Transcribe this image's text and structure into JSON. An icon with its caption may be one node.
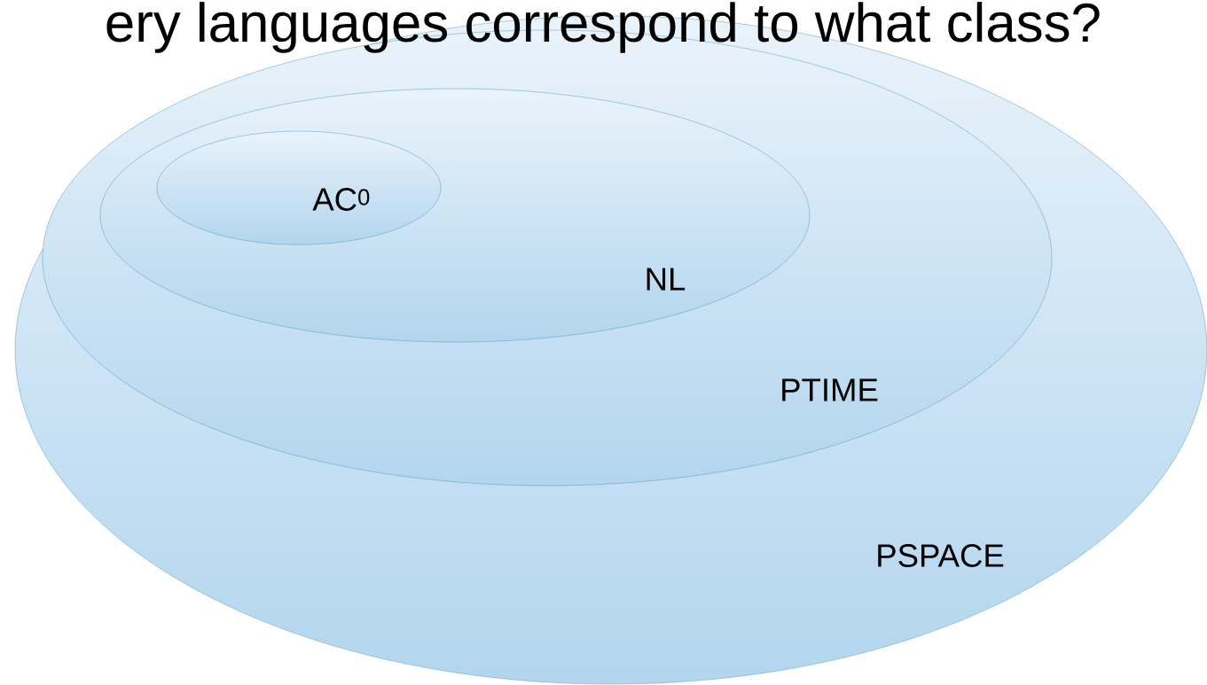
{
  "diagram": {
    "title": "ery languages correspond to what class?",
    "nodes": [
      {
        "text": [
          "PSPACE"
        ]
      },
      {
        "text": [
          "PTIME"
        ],
        "in": 0
      },
      {
        "text": [
          "NL"
        ],
        "in": 1
      },
      {
        "text": [
          "AC$^{0}$"
        ],
        "in": 2
      }
    ]
  }
}
